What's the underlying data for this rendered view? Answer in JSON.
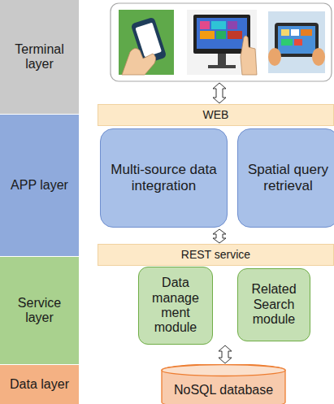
{
  "diagram": {
    "nodes": [
      {
        "text": [
          "Terminal layer"
        ]
      },
      {
        "text": [
          "APP layer"
        ]
      },
      {
        "text": [
          "Service layer"
        ]
      },
      {
        "text": [
          "Data layer"
        ]
      },
      {
        "text": [
          "WEB"
        ]
      },
      {
        "text": [
          "Multi-source data integration"
        ]
      },
      {
        "text": [
          "Spatial query retrieval"
        ]
      },
      {
        "text": [
          "REST service"
        ]
      },
      {
        "text": [
          "Data manage ment module"
        ]
      },
      {
        "text": [
          "Related Search module"
        ]
      },
      {
        "text": [
          "NoSQL database"
        ]
      }
    ]
  }
}
